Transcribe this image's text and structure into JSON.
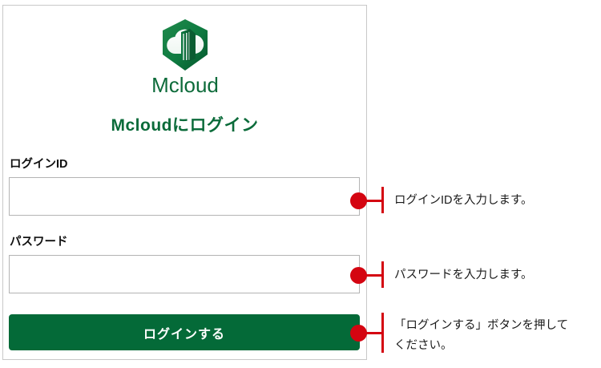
{
  "brand": {
    "name": "Mcloud",
    "logo_icon": "mcloud-shield-cloud-icon",
    "primary_color": "#046A38",
    "title_color": "#0b6b3a"
  },
  "card": {
    "title": "Mcloudにログイン"
  },
  "form": {
    "login_id": {
      "label": "ログインID",
      "value": "",
      "placeholder": ""
    },
    "password": {
      "label": "パスワード",
      "value": "",
      "placeholder": ""
    },
    "submit_label": "ログインする"
  },
  "annotations": [
    {
      "id": "annotation-login-id",
      "text": "ログインIDを入力します。",
      "line2": "",
      "marker_color": "#d40511"
    },
    {
      "id": "annotation-password",
      "text": "パスワードを入力します。",
      "line2": "",
      "marker_color": "#d40511"
    },
    {
      "id": "annotation-submit",
      "text": "「ログインする」ボタンを押して",
      "line2": "ください。",
      "marker_color": "#d40511"
    }
  ]
}
